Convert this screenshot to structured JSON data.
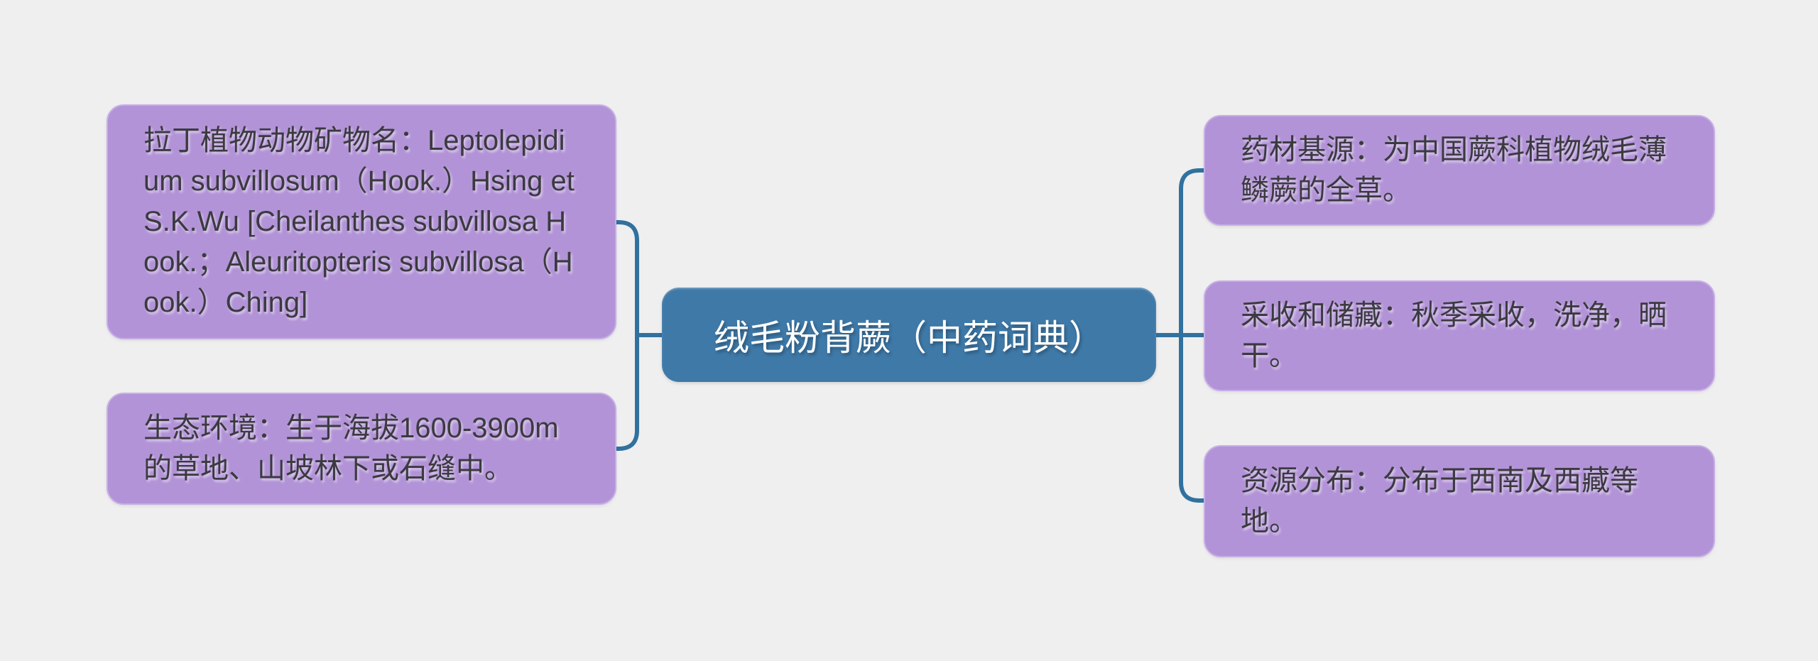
{
  "colors": {
    "background": "#efefef",
    "node_fill": "#b293d7",
    "node_border": "#c7aee6",
    "node_text": "#3b3a40",
    "center_fill": "#3e79a8",
    "center_text": "#ffffff",
    "connector": "#31719f"
  },
  "center": {
    "label": "绒毛粉背蕨（中药词典）"
  },
  "left_branches": [
    {
      "name": "latin-name",
      "text": "拉丁植物动物矿物名：Leptolepidium subvillosum（Hook.）Hsing et S.K.Wu [Cheilanthes subvillosa Hook.；Aleuritopteris subvillosa（Hook.）Ching]"
    },
    {
      "name": "ecology",
      "text": "生态环境：生于海拔1600-3900m的草地、山坡林下或石缝中。"
    }
  ],
  "right_branches": [
    {
      "name": "drug-source",
      "text": "药材基源：为中国蕨科植物绒毛薄鳞蕨的全草。"
    },
    {
      "name": "harvest-storage",
      "text": "采收和储藏：秋季采收，洗净，晒干。"
    },
    {
      "name": "distribution",
      "text": "资源分布：分布于西南及西藏等地。"
    }
  ]
}
